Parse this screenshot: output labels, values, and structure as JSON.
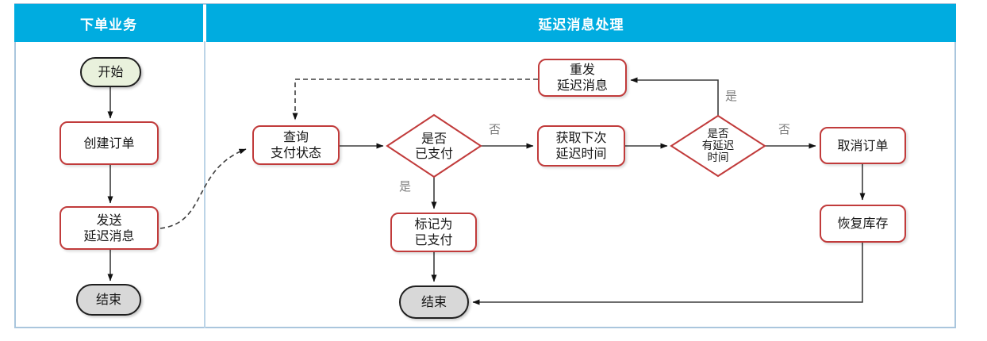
{
  "header": {
    "lane1_title": "下单业务",
    "lane2_title": "延迟消息处理"
  },
  "nodes": {
    "start": "开始",
    "create_order": "创建订单",
    "send_delay_msg": "发送\n延迟消息",
    "end_left": "结束",
    "query_pay_status": "查询\n支付状态",
    "is_paid": "是否\n已支付",
    "mark_paid": "标记为\n已支付",
    "end_right": "结束",
    "get_next_delay": "获取下次\n延迟时间",
    "has_delay_time": "是否\n有延迟\n时间",
    "resend_delay_msg": "重发\n延迟消息",
    "cancel_order": "取消订单",
    "restore_stock": "恢复库存"
  },
  "edge_labels": {
    "is_paid_no": "否",
    "is_paid_yes": "是",
    "has_delay_no": "否",
    "has_delay_yes": "是"
  },
  "colors": {
    "header_bg": "#00ace0",
    "header_text": "#ffffff",
    "process_border": "#c13b3b",
    "terminator_border": "#1f1f1f",
    "start_fill": "#e9f1dc",
    "end_fill": "#d8d8d8",
    "frame_border": "#aac6dd",
    "edge_label_text": "#7f7f7f",
    "connector": "#3d3d3d"
  }
}
